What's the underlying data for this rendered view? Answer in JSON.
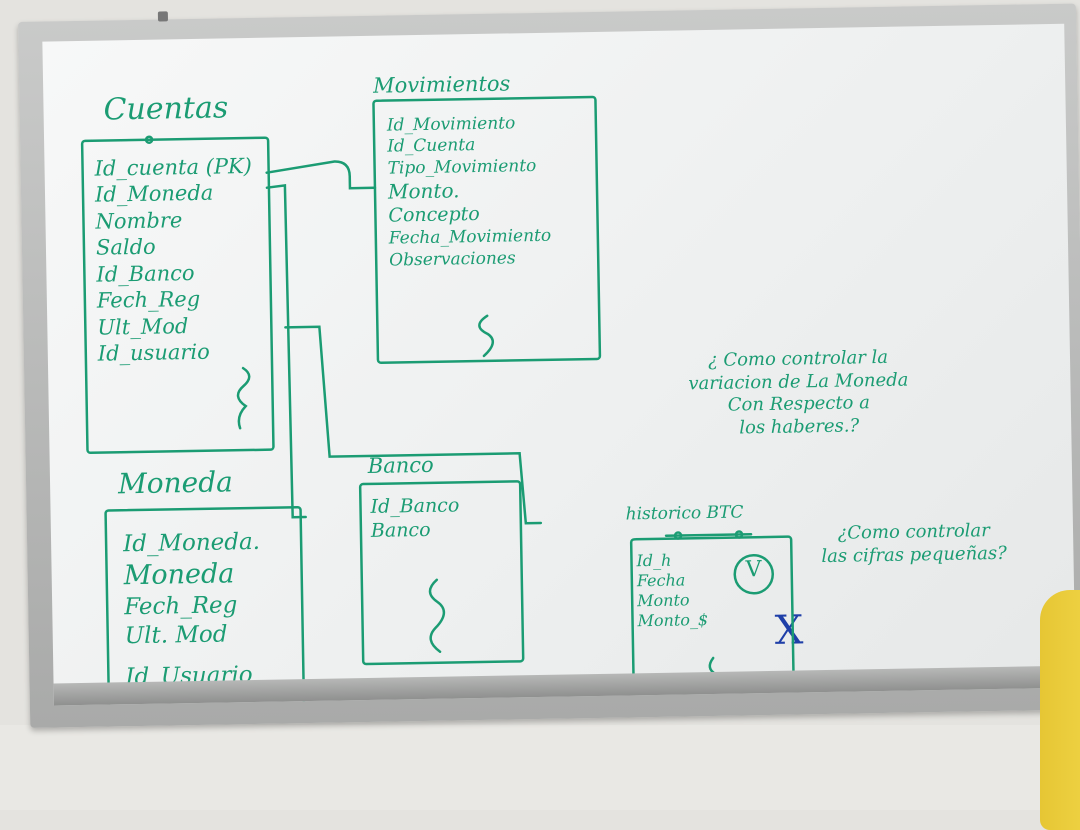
{
  "colors": {
    "marker_green": "#1b9c73",
    "marker_blue": "#1f3fa8",
    "board": "#f2f3f3",
    "frame": "#b8b9b8"
  },
  "cuentas": {
    "title": "Cuentas",
    "fields": [
      "Id_cuenta (PK)",
      "Id_Moneda",
      "Nombre",
      "Saldo",
      "Id_Banco",
      "Fech_Reg",
      "Ult_Mod",
      "Id_usuario"
    ]
  },
  "movimientos": {
    "title": "Movimientos",
    "fields": [
      "Id_Movimiento",
      "Id_Cuenta",
      "Tipo_Movimiento",
      "Monto.",
      "Concepto",
      "Fecha_Movimiento",
      "Observaciones"
    ]
  },
  "moneda": {
    "title": "Moneda",
    "fields": [
      "Id_Moneda.",
      "Moneda",
      "Fech_Reg",
      "Ult. Mod",
      "Id_Usuario"
    ]
  },
  "banco": {
    "title": "Banco",
    "fields": [
      "Id_Banco",
      "Banco"
    ]
  },
  "historico": {
    "title": "historico BTC",
    "fields": [
      "Id_h",
      "Fecha",
      "Monto",
      "Monto_$"
    ],
    "check_mark": "V",
    "cross_mark": "X"
  },
  "notes": {
    "question_1": [
      "¿ Como controlar la",
      "variacion de La Moneda",
      "Con Respecto a",
      "los haberes.?"
    ],
    "question_2": [
      "¿Como controlar",
      "las cifras pequeñas?"
    ]
  }
}
